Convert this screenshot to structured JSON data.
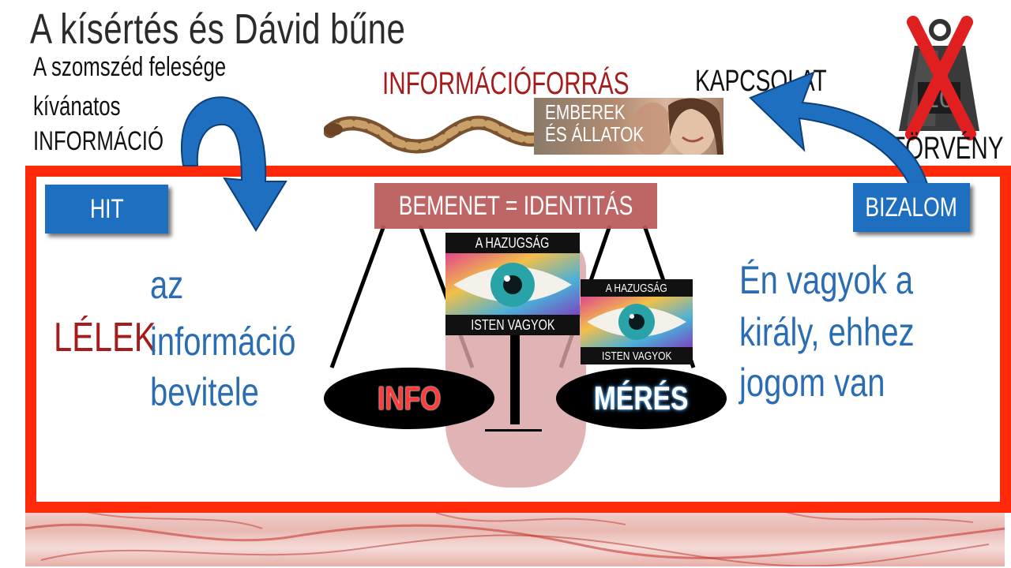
{
  "title": "A kísértés és Dávid bűne",
  "left_heading": {
    "line1": "A szomszéd felesége",
    "line2": "kívánatos",
    "line3": "INFORMÁCIÓ"
  },
  "information_source": "INFORMÁCIÓFORRÁS",
  "photo_caption": {
    "line1": "EMBEREK",
    "line2": "ÉS ÁLLATOK"
  },
  "connection": "KAPCSOLAT",
  "law": {
    "label": "TÖRVÉNY",
    "weight_text": "10"
  },
  "faith": "HIT",
  "trust": "BIZALOM",
  "input_identity": "BEMENET = IDENTITÁS",
  "eye_cards": [
    {
      "top": "A HAZUGSÁG",
      "bottom": "ISTEN VAGYOK"
    },
    {
      "top": "A HAZUGSÁG",
      "bottom": "ISTEN VAGYOK"
    }
  ],
  "soul": "LÉLEK",
  "info_input": {
    "line1": "az",
    "line2": "információ",
    "line3": "bevitele"
  },
  "info_ellipse": "INFO",
  "measure_ellipse": "MÉRÉS",
  "king_statement": {
    "line1": "Én vagyok a",
    "line2": "király, ehhez",
    "line3": "jogom van"
  },
  "colors": {
    "frame_red": "#ff2a0a",
    "accent_blue": "#1f6fc0",
    "dark_red_text": "#a61c1c",
    "blue_text": "#2a6db3"
  }
}
